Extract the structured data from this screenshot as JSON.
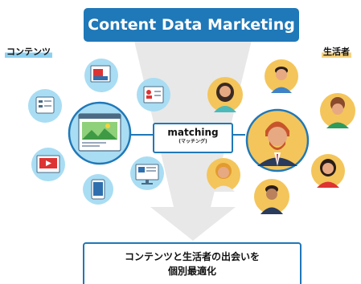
{
  "title": "Content Data Marketing",
  "left_label": "コンテンツ",
  "right_label": "生活者",
  "matching": {
    "main": "matching",
    "sub": "(マッチング)"
  },
  "result": {
    "line1": "コンテンツと生活者の出会いを",
    "line2": "個別最適化"
  },
  "colors": {
    "accent": "#1f78b8",
    "light_blue": "#a9ddf3",
    "funnel": "#e8e8e8",
    "person_bg": "#f4c55a"
  },
  "icons": {
    "content": [
      "chat-window-icon",
      "image-upload-icon",
      "document-person-icon",
      "video-player-icon",
      "tablet-icon",
      "monitor-chart-icon",
      "web-page-image-icon"
    ],
    "people": [
      "person-woman-1-icon",
      "person-man-1-icon",
      "person-woman-2-icon",
      "person-man-featured-icon",
      "person-woman-3-icon",
      "person-man-2-icon",
      "person-man-3-icon",
      "person-woman-4-icon"
    ]
  }
}
